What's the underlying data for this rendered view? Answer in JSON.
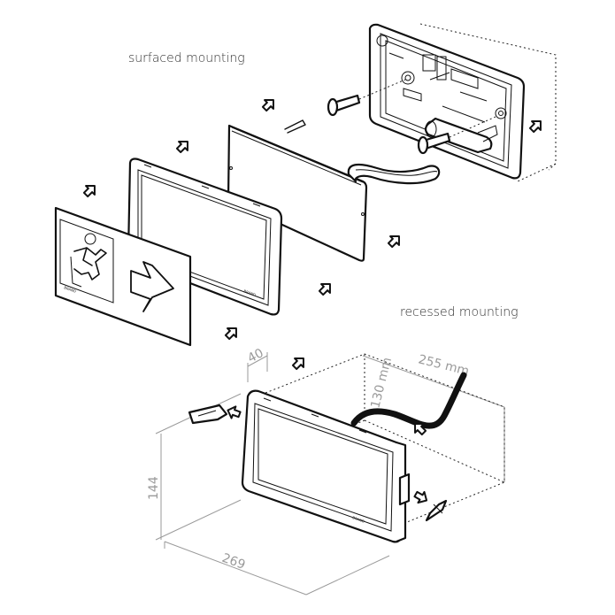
{
  "labels": {
    "surfaced": "surfaced mounting",
    "recessed": "recessed mounting"
  },
  "dimensions": {
    "depth": "40",
    "cutout_width": "255 mm",
    "cutout_height": "130 mm",
    "body_height": "144",
    "body_width": "269"
  },
  "icons": [
    "running-man-pictogram",
    "arrow-right-pictogram",
    "rotate-arrow-icon"
  ],
  "colors": {
    "ink": "#111111",
    "dimension": "#9a9a9a",
    "label": "#333333"
  }
}
